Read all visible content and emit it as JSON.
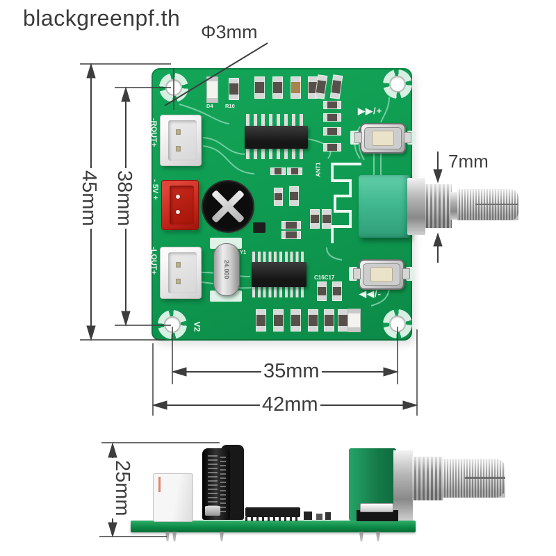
{
  "watermark": "blackgreenpf.th",
  "colors": {
    "board": "#0f9c52",
    "trace": "#7fd2a8",
    "silk": "#eef7f0",
    "pot_teal": "#41b991",
    "connector_red": "#c5271c",
    "connector_white": "#ededed",
    "metal": "#c6c6c6",
    "dim": "#3d3d3d",
    "watermark": "#3b3b3b"
  },
  "top_view": {
    "dims": {
      "hole_diameter": "Φ3mm",
      "board_height": "45mm",
      "hole_pitch_vertical": "38mm",
      "hole_pitch_horizontal": "35mm",
      "board_width": "42mm",
      "shaft_length": "7mm"
    },
    "silkscreen": {
      "connector_right_out": "-ROUT+",
      "connector_power": "- 5V +",
      "connector_left_out": "-LOUT+",
      "button_next": "▶▶/+",
      "button_prev": "◀◀/-",
      "version": "V2",
      "antenna": "ANT1",
      "crystal": "24.000",
      "ref_d4": "D4",
      "ref_r10": "R10",
      "ref_y1": "Y1",
      "ref_c16_c17": "C16C17"
    }
  },
  "side_view": {
    "dims": {
      "component_height": "25mm"
    }
  }
}
